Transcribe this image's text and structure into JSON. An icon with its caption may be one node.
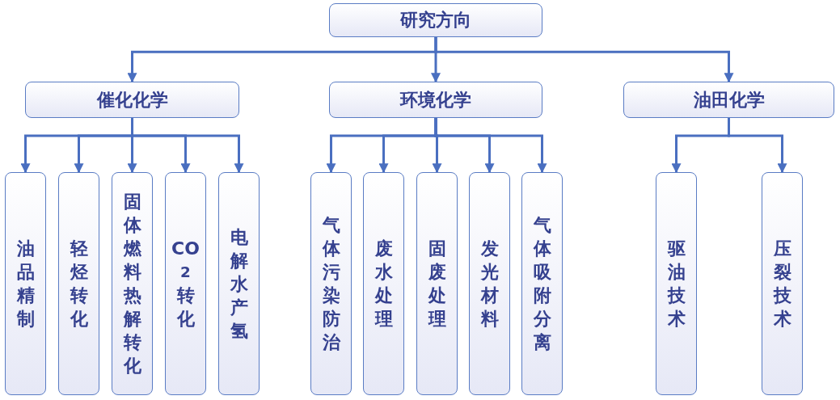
{
  "diagram": {
    "nodes": [
      {
        "text": [
          "研究方向"
        ]
      },
      {
        "text": [
          "催化化学"
        ]
      },
      {
        "text": [
          "环境化学"
        ]
      },
      {
        "text": [
          "油田化学"
        ]
      },
      {
        "text": [
          "油品精制"
        ]
      },
      {
        "text": [
          "轻烃转化"
        ]
      },
      {
        "text": [
          "固体燃料热解转化"
        ]
      },
      {
        "text": [
          "CO$_{2}$转化"
        ]
      },
      {
        "text": [
          "电解水产氢"
        ]
      },
      {
        "text": [
          "气体污染防治"
        ]
      },
      {
        "text": [
          "废水处理"
        ]
      },
      {
        "text": [
          "固废处理"
        ]
      },
      {
        "text": [
          "发光材料"
        ]
      },
      {
        "text": [
          "气体吸附分离"
        ]
      },
      {
        "text": [
          "驱油技术"
        ]
      },
      {
        "text": [
          "压裂技术"
        ]
      }
    ],
    "edges": [
      {
        "from": 0,
        "to": 1,
        "arrow": "to"
      },
      {
        "from": 0,
        "to": 2,
        "arrow": "to"
      },
      {
        "from": 0,
        "to": 3,
        "arrow": "to"
      },
      {
        "from": 1,
        "to": 4,
        "arrow": "to"
      },
      {
        "from": 1,
        "to": 5,
        "arrow": "to"
      },
      {
        "from": 1,
        "to": 6,
        "arrow": "to"
      },
      {
        "from": 1,
        "to": 7,
        "arrow": "to"
      },
      {
        "from": 1,
        "to": 8,
        "arrow": "to"
      },
      {
        "from": 2,
        "to": 9,
        "arrow": "to"
      },
      {
        "from": 2,
        "to": 10,
        "arrow": "to"
      },
      {
        "from": 2,
        "to": 11,
        "arrow": "to"
      },
      {
        "from": 2,
        "to": 12,
        "arrow": "to"
      },
      {
        "from": 2,
        "to": 13,
        "arrow": "to"
      },
      {
        "from": 3,
        "to": 14,
        "arrow": "to"
      },
      {
        "from": 3,
        "to": 15,
        "arrow": "to"
      }
    ]
  }
}
